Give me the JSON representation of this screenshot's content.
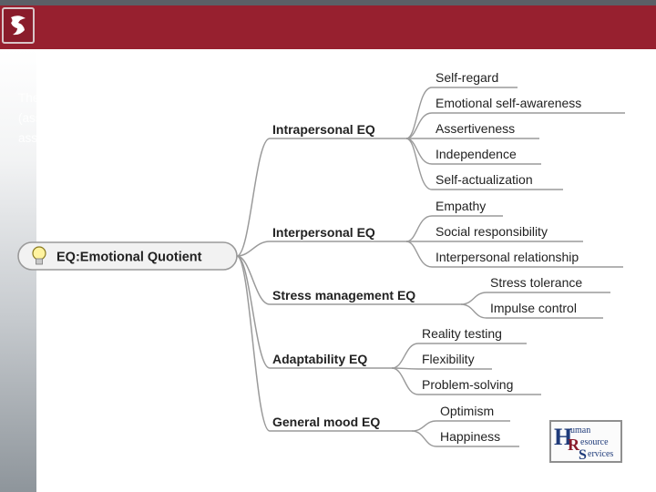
{
  "caption": {
    "line1": "The Bar-On model",
    "line2": "(associated with the EQ-i",
    "line3": "assessment)"
  },
  "mindmap": {
    "root": "EQ:Emotional Quotient",
    "branches": [
      {
        "label": "Intrapersonal EQ",
        "children": [
          "Self-regard",
          "Emotional self-awareness",
          "Assertiveness",
          "Independence",
          "Self-actualization"
        ]
      },
      {
        "label": "Interpersonal EQ",
        "children": [
          "Empathy",
          "Social responsibility",
          "Interpersonal relationship"
        ]
      },
      {
        "label": "Stress management EQ",
        "children": [
          "Stress tolerance",
          "Impulse control"
        ]
      },
      {
        "label": "Adaptability EQ",
        "children": [
          "Reality testing",
          "Flexibility",
          "Problem-solving"
        ]
      },
      {
        "label": "General mood EQ",
        "children": [
          "Optimism",
          "Happiness"
        ]
      }
    ]
  },
  "hrs_logo": {
    "line1": "uman",
    "line2": "esource",
    "line3": "ervices",
    "big_h": "H",
    "big_r": "R",
    "big_s": "S"
  },
  "colors": {
    "banner": "#97202f",
    "line": "#9a9a9a",
    "text": "#222222"
  },
  "icons": {
    "logo": "wsu-cougar-logo",
    "root": "lightbulb-icon"
  }
}
